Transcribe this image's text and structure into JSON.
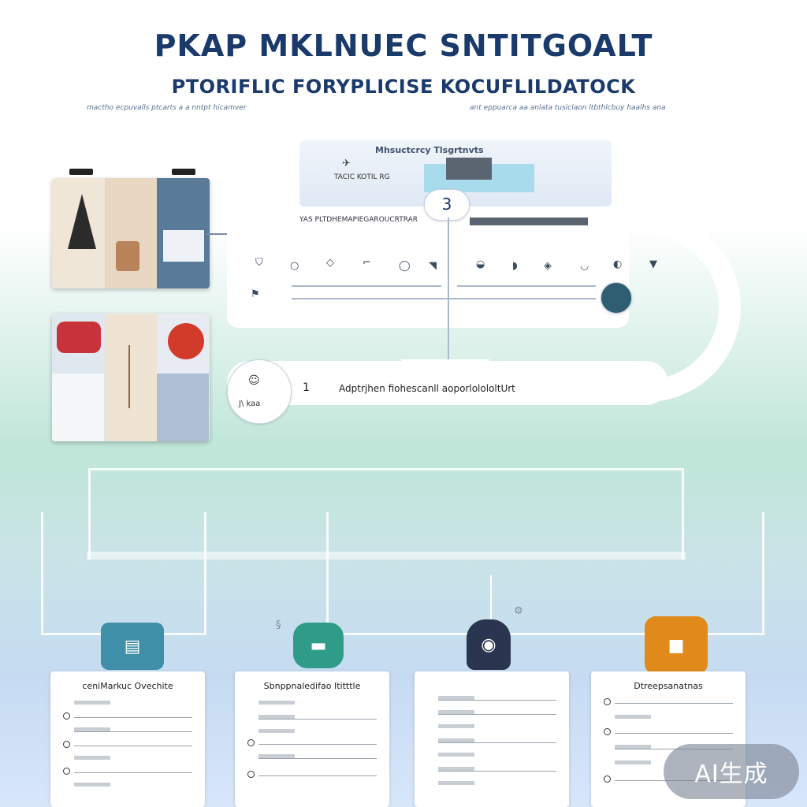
{
  "header": {
    "title": "PKAP MKLNUEC SNTITGOALT",
    "subtitle": "PTORIFLIC FORYPLICISE KOCUFLILDATOCK",
    "tagline_left": "mactho ecpuvalls ptcarts a a nntpt hicamver",
    "tagline_right": "ant eppuarca aa anlata tusiclaon ltbthlcbuy haalhs ana"
  },
  "flow": {
    "top_box_title": "Mhsuctcrcy Tlsgrtnvts",
    "top_box_label": "TACIC KOTIL RG",
    "step_number": "3",
    "strip_text": "YAS PLTDHEMAPIEGAROUCRTRAR",
    "bottom_step_number": "1",
    "bottom_text": "Adptrjhen fiohescanll aoporlolololtUrt",
    "bottom_mini": "J\\ kaa"
  },
  "cards": [
    {
      "title": "ceniMarkuc Ovechite"
    },
    {
      "title": "Sbnppnaledifao Ititttle"
    },
    {
      "title": ""
    },
    {
      "title": "Dtreepsanatnas"
    }
  ],
  "badge": {
    "text": "AI生成"
  },
  "colors": {
    "title": "#1a3a6b",
    "device_1": "#3f8fa8",
    "device_2": "#2f9c8a",
    "device_3": "#2a3550",
    "device_4": "#e08a1c"
  },
  "icons": {
    "device_1": "appliance-icon",
    "device_2": "car-icon",
    "device_3": "helmet-icon",
    "device_4": "package-icon"
  }
}
